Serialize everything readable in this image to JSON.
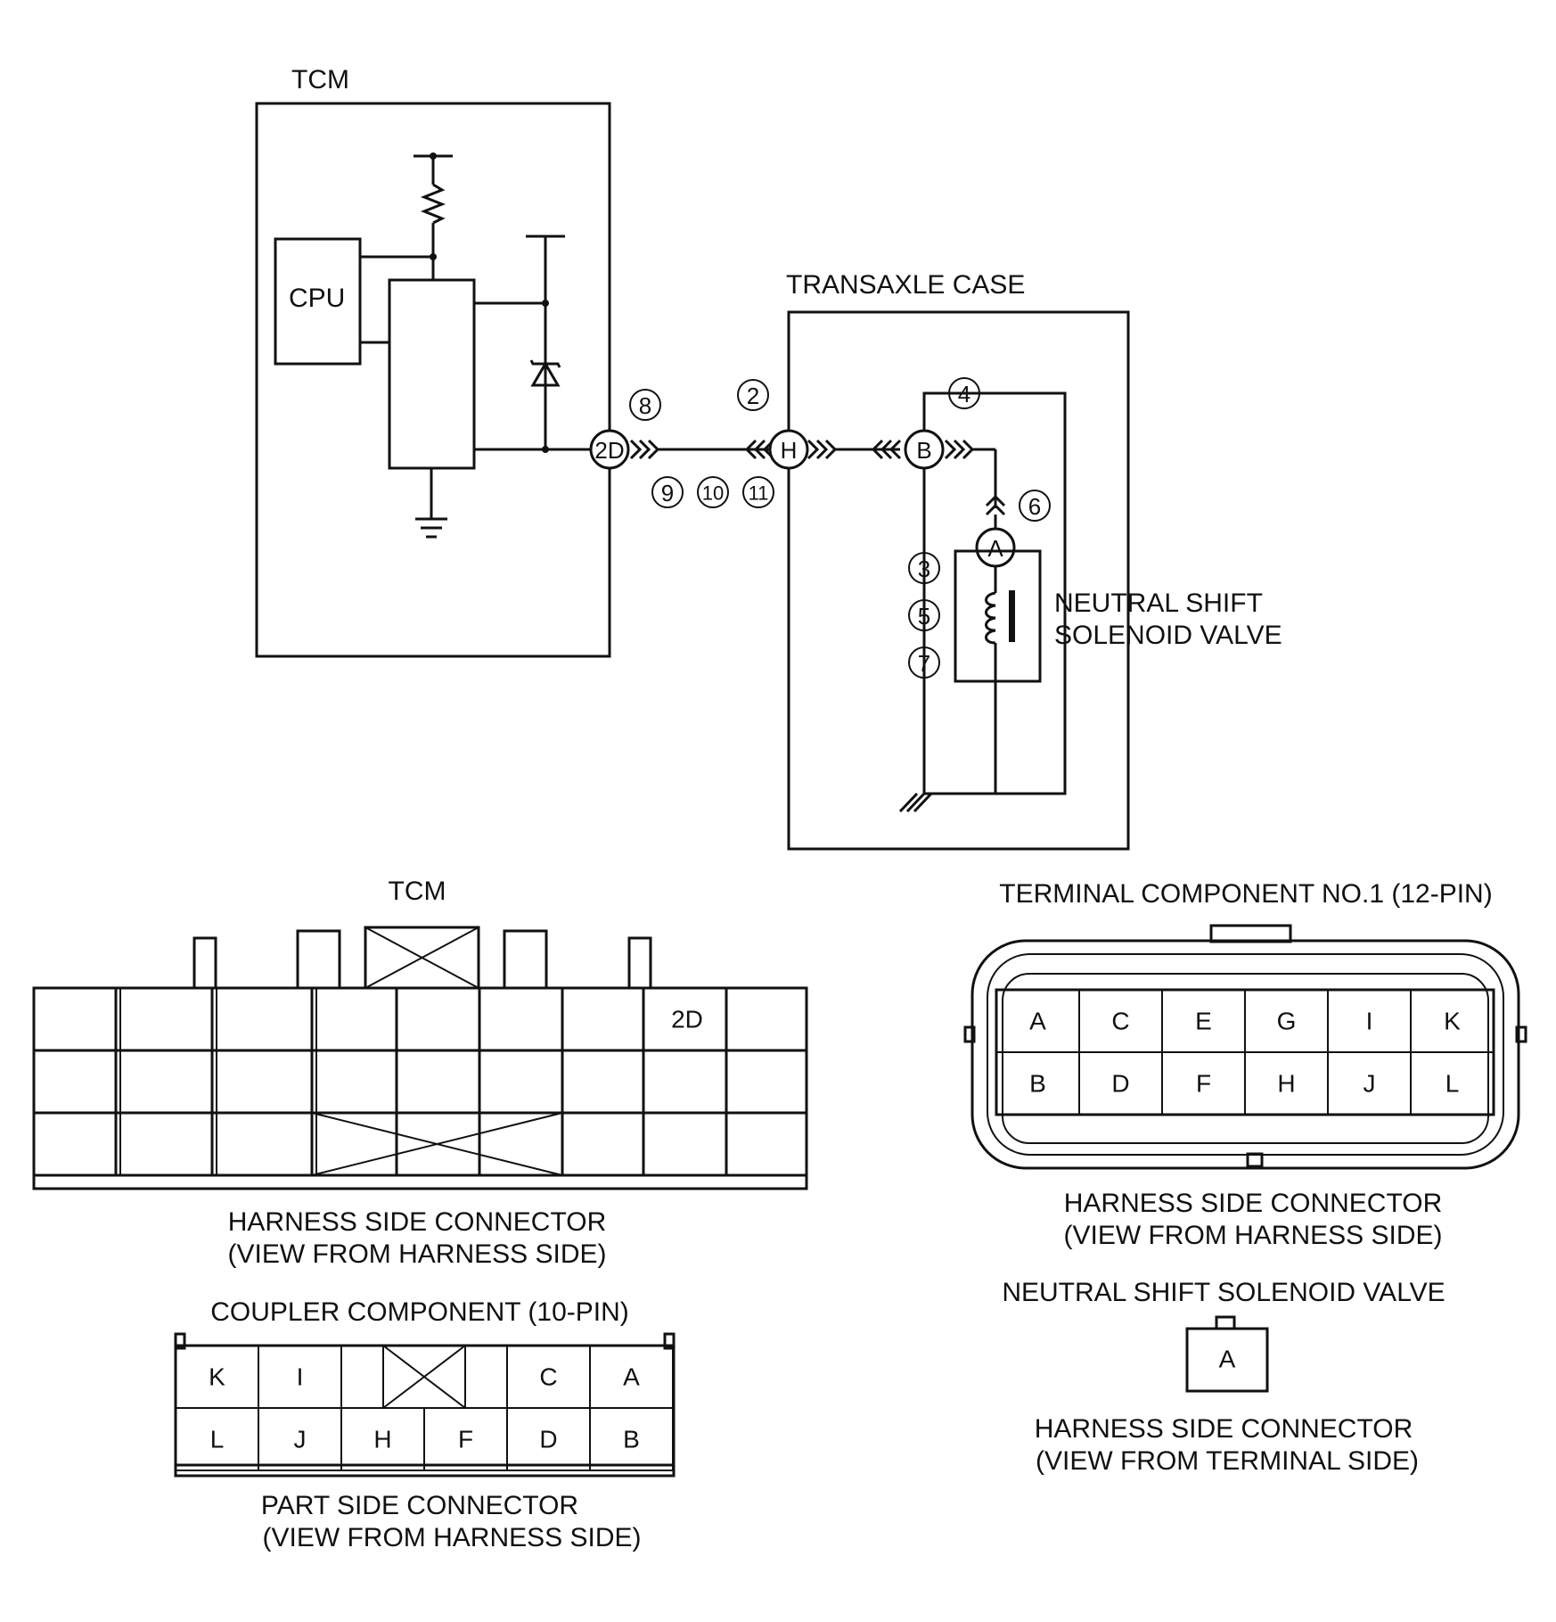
{
  "schematic": {
    "tcm_label": "TCM",
    "cpu_label": "CPU",
    "transaxle_label": "TRANSAXLE CASE",
    "solenoid_label_line1": "NEUTRAL SHIFT",
    "solenoid_label_line2": "SOLENOID VALVE",
    "terminals": {
      "t2d": "2D",
      "th": "H",
      "tb": "B",
      "ta": "A"
    },
    "step_marks": {
      "m8": "8",
      "m2": "2",
      "m4": "4",
      "m9": "9",
      "m10": "10",
      "m11": "11",
      "m6": "6",
      "m3": "3",
      "m5": "5",
      "m7": "7"
    }
  },
  "tcm_connector": {
    "title": "TCM",
    "cell_2d": "2D",
    "caption_line1": "HARNESS SIDE CONNECTOR",
    "caption_line2": "(VIEW FROM HARNESS SIDE)"
  },
  "terminal_component": {
    "title": "TERMINAL COMPONENT NO.1 (12-PIN)",
    "top_row": [
      "A",
      "C",
      "E",
      "G",
      "I",
      "K"
    ],
    "bottom_row": [
      "B",
      "D",
      "F",
      "H",
      "J",
      "L"
    ],
    "caption_line1": "HARNESS SIDE CONNECTOR",
    "caption_line2": "(VIEW FROM HARNESS SIDE)"
  },
  "coupler_component": {
    "title": "COUPLER COMPONENT (10-PIN)",
    "top_row": [
      "K",
      "I",
      "",
      "C",
      "A"
    ],
    "bottom_row": [
      "L",
      "J",
      "H",
      "F",
      "D",
      "B"
    ],
    "caption_line1": "PART SIDE CONNECTOR",
    "caption_line2": "(VIEW FROM HARNESS SIDE)"
  },
  "solenoid_connector": {
    "title": "NEUTRAL SHIFT SOLENOID VALVE",
    "pin": "A",
    "caption_line1": "HARNESS SIDE CONNECTOR",
    "caption_line2": "(VIEW FROM TERMINAL SIDE)"
  }
}
